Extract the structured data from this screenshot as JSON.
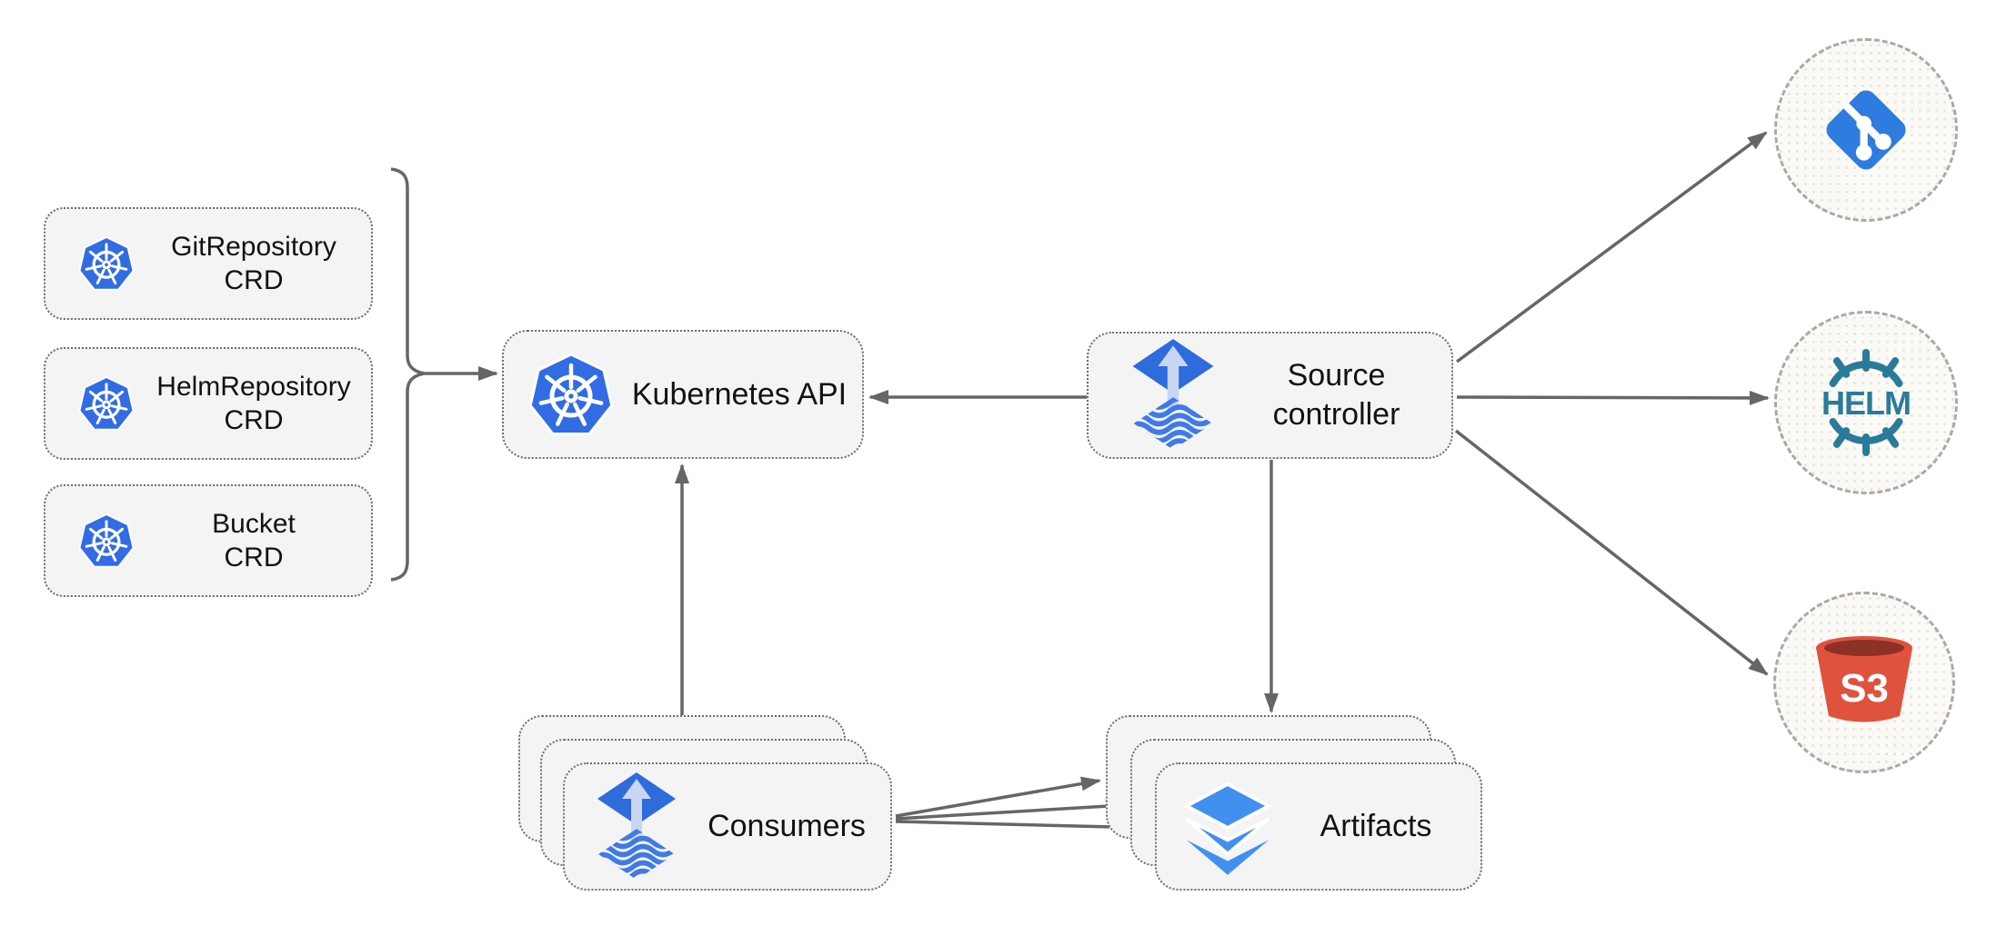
{
  "colors": {
    "kubernetes_blue": "#326CE5",
    "flux_blue": "#2E6BDB",
    "flux_arrow_light": "#C9D6F3",
    "wave_blue": "#3F7AE6",
    "layers_blue": "#4190F0",
    "git_blue": "#2E7CE0",
    "helm_teal": "#2A7B99",
    "s3_red": "#DF523E",
    "s3_dark": "#8C3123",
    "connector_gray": "#666666",
    "box_bg": "#F4F4F4",
    "box_border": "#6E6E6E",
    "circle_border": "#A9A9A9"
  },
  "crds": [
    {
      "line1": "GitRepository",
      "line2": "CRD"
    },
    {
      "line1": "HelmRepository",
      "line2": "CRD"
    },
    {
      "line1": "Bucket",
      "line2": "CRD"
    }
  ],
  "kubernetes_api": {
    "label": "Kubernetes API"
  },
  "source_controller": {
    "line1": "Source",
    "line2": "controller"
  },
  "consumers": {
    "label": "Consumers"
  },
  "artifacts": {
    "label": "Artifacts"
  },
  "externals": {
    "helm": {
      "label": "HELM"
    },
    "s3": {
      "label": "S3"
    }
  }
}
